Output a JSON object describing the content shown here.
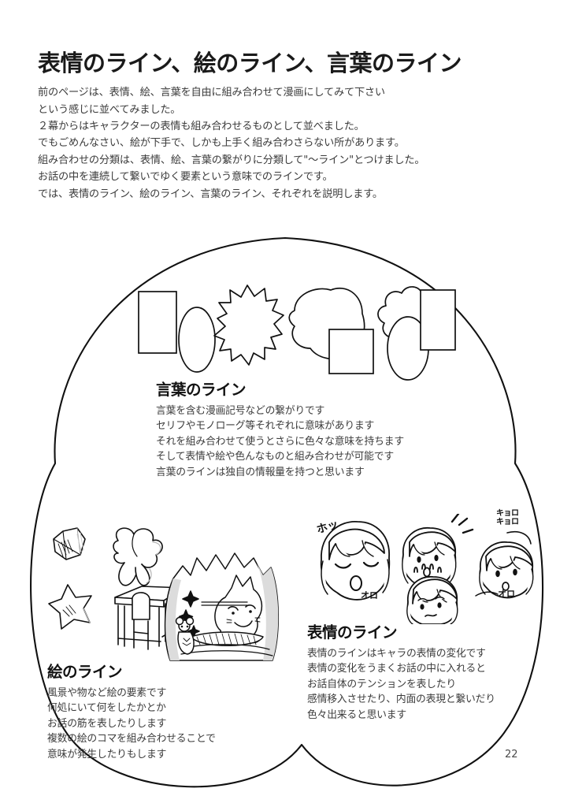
{
  "page": {
    "title": "表情のライン、絵のライン、言葉のライン",
    "page_number": "22",
    "intro_lines": [
      "前のページは、表情、絵、言葉を自由に組み合わせて漫画にしてみて下さい",
      "という感じに並べてみました。",
      "２幕からはキャラクターの表情も組み合わせるものとして並べました。",
      "でもごめんなさい、絵が下手で、しかも上手く組み合わさらない所があります。",
      "組み合わせの分類は、表情、絵、言葉の繋がりに分類して\"〜ライン\"とつけました。",
      "お話の中を連続して繋いでゆく要素という意味でのラインです。",
      "では、表情のライン、絵のライン、言葉のライン、それぞれを説明します。"
    ]
  },
  "sections": {
    "kotoba": {
      "heading": "言葉のライン",
      "lines": [
        "言葉を含む漫画記号などの繋がりです",
        "セリフやモノローグ等それぞれに意味があります",
        "それを組み合わせて使うとさらに色々な意味を持ちます",
        "そして表情や絵や色んなものと組み合わせが可能です",
        "言葉のラインは独自の情報量を持つと思います"
      ]
    },
    "hyojo": {
      "heading": "表情のライン",
      "lines": [
        "表情のラインはキャラの表情の変化です",
        "表情の変化をうまくお話の中に入れると",
        "お話自体のテンションを表したり",
        "感情移入させたり、内面の表現と繋いだり",
        "色々出来ると思います"
      ]
    },
    "e": {
      "heading": "絵のライン",
      "lines": [
        "風景や物など絵の要素です",
        "何処にいて何をしたかとか",
        "お話の筋を表したりします",
        "複数の絵のコマを組み合わせることで",
        "意味が発生したりもします"
      ]
    }
  },
  "illustrations": {
    "speech_shapes": [
      {
        "name": "rectangle-balloon-1",
        "shape": "rectangle"
      },
      {
        "name": "ellipse-balloon-1",
        "shape": "ellipse"
      },
      {
        "name": "burst-balloon",
        "shape": "spiky-burst"
      },
      {
        "name": "cloud-oval-balloon",
        "shape": "cloud-oval"
      },
      {
        "name": "square-balloon",
        "shape": "square"
      },
      {
        "name": "flower-cloud-balloon",
        "shape": "flower-cloud"
      },
      {
        "name": "ellipse-balloon-2",
        "shape": "ellipse"
      },
      {
        "name": "rectangle-balloon-2",
        "shape": "rectangle"
      }
    ],
    "objects": [
      {
        "name": "gem-icon",
        "label": "gem"
      },
      {
        "name": "ribbon-bow-icon",
        "label": "ribbon"
      },
      {
        "name": "star-icon",
        "label": "star"
      },
      {
        "name": "desk-chair-icon",
        "label": "desk and chair"
      },
      {
        "name": "cat-cave-scene",
        "label": "cat and mouse in crystal cave"
      }
    ],
    "faces": [
      {
        "name": "face-relieved",
        "sfx": "ホッ"
      },
      {
        "name": "face-surprised",
        "sfx": ""
      },
      {
        "name": "face-flustered",
        "sfx_left": "オロ",
        "sfx_right": "オロ"
      },
      {
        "name": "face-looking-around",
        "sfx": "キョロ\nキョロ"
      }
    ]
  },
  "colors": {
    "ink": "#111111",
    "body_text": "#3c3c3c",
    "paper": "#ffffff",
    "shade": "#d8d8d8"
  }
}
